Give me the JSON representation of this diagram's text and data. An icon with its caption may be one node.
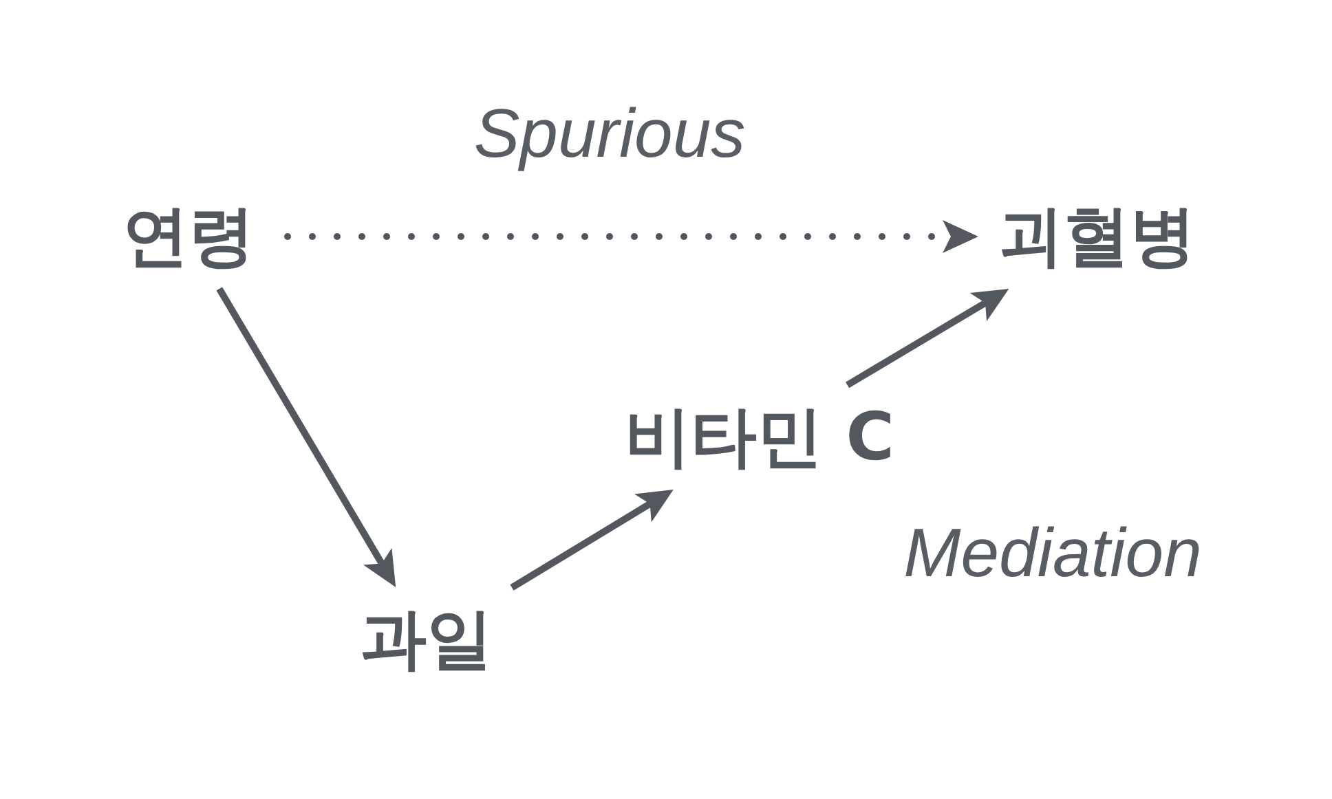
{
  "diagram": {
    "nodes": [
      {
        "text": [
          "연령"
        ]
      },
      {
        "text": [
          "괴혈병"
        ]
      },
      {
        "text": [
          "비타민 C"
        ]
      },
      {
        "text": [
          "과일"
        ]
      }
    ],
    "edges": [
      {
        "from": 0,
        "to": 1,
        "arrow": "to",
        "style": "dashed"
      },
      {
        "from": 0,
        "to": 3,
        "arrow": "to"
      },
      {
        "from": 3,
        "to": 2,
        "arrow": "to"
      },
      {
        "from": 2,
        "to": 1,
        "arrow": "to"
      }
    ],
    "labels": [
      "Spurious",
      "Mediation"
    ]
  }
}
